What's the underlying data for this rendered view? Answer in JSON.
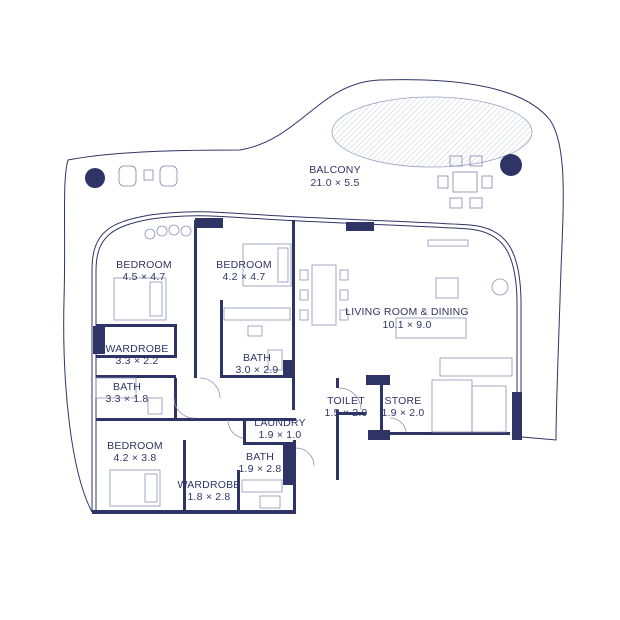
{
  "plan": {
    "colors": {
      "wall": "#2e3566",
      "line": "#2e3566",
      "light_line": "#8d93b3",
      "hatch": "#d9dbe6",
      "text": "#2f3566"
    },
    "rooms": [
      {
        "id": "balcony",
        "name": "BALCONY",
        "size": "21.0 × 5.5"
      },
      {
        "id": "bedroom1",
        "name": "BEDROOM",
        "size": "4.5 × 4.7"
      },
      {
        "id": "bedroom2",
        "name": "BEDROOM",
        "size": "4.2 × 4.7"
      },
      {
        "id": "living",
        "name": "LIVING ROOM & DINING",
        "size": "10.1 × 9.0"
      },
      {
        "id": "wardrobe1",
        "name": "WARDROBE",
        "size": "3.3 × 2.2"
      },
      {
        "id": "bath2",
        "name": "BATH",
        "size": "3.0 × 2.9"
      },
      {
        "id": "bath1",
        "name": "BATH",
        "size": "3.3 × 1.8"
      },
      {
        "id": "toilet",
        "name": "TOILET",
        "size": "1.5 × 2.0"
      },
      {
        "id": "store",
        "name": "STORE",
        "size": "1.9 × 2.0"
      },
      {
        "id": "laundry",
        "name": "LAUNDRY",
        "size": "1.9 × 1.0"
      },
      {
        "id": "bedroom3",
        "name": "BEDROOM",
        "size": "4.2 × 3.8"
      },
      {
        "id": "bath3",
        "name": "BATH",
        "size": "1.9 × 2.8"
      },
      {
        "id": "wardrobe2",
        "name": "WARDROBE",
        "size": "1.8 × 2.8"
      }
    ]
  }
}
